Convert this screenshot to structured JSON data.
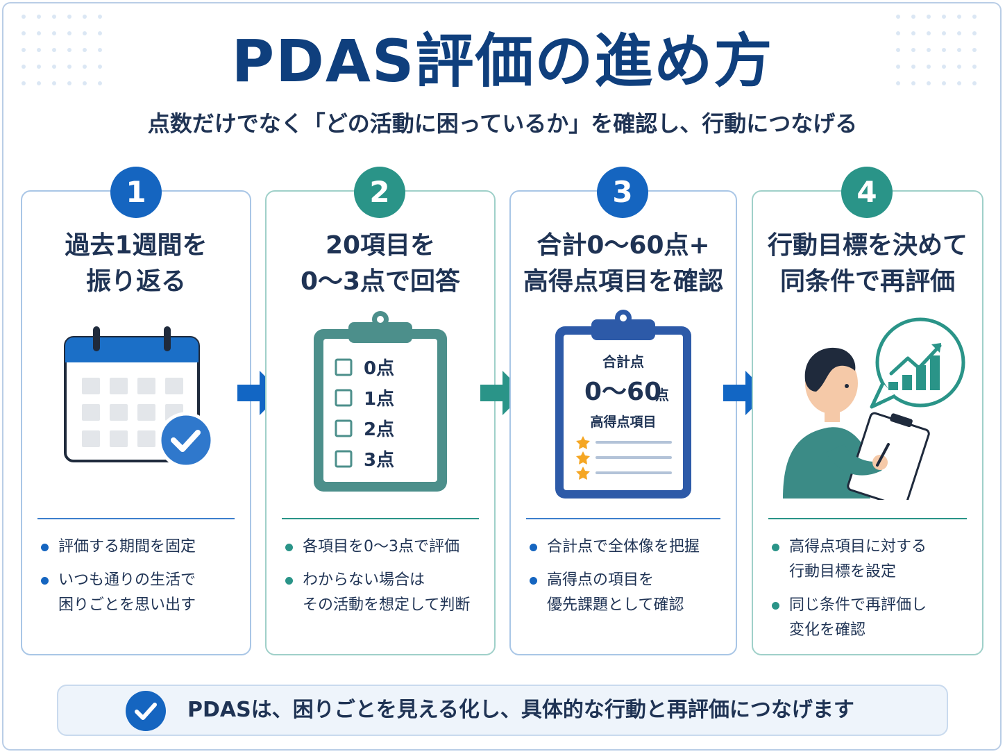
{
  "title": "PDAS評価の進め方",
  "subtitle": "点数だけでなく「どの活動に困っているか」を確認し、行動につなげる",
  "colors": {
    "navy": "#0f3f7d",
    "blue": "#1565c0",
    "teal": "#2a9488",
    "star": "#f5a623"
  },
  "steps": [
    {
      "number": "1",
      "title": "過去1週間を\n振り返る",
      "icon": "calendar-check-icon",
      "bullets": [
        "評価する期間を固定",
        "いつも通りの生活で\n困りごとを思い出す"
      ]
    },
    {
      "number": "2",
      "title": "20項目を\n0〜3点で回答",
      "icon": "clipboard-checklist-icon",
      "checklist": [
        "0点",
        "1点",
        "2点",
        "3点"
      ],
      "bullets": [
        "各項目を0〜3点で評価",
        "わからない場合は\nその活動を想定して判断"
      ]
    },
    {
      "number": "3",
      "title": "合計0〜60点+\n高得点項目を確認",
      "icon": "clipboard-score-icon",
      "clipboard": {
        "total_label": "合計点",
        "range_main": "0〜60",
        "range_unit": "点",
        "items_label": "高得点項目"
      },
      "bullets": [
        "合計点で全体像を把握",
        "高得点の項目を\n優先課題として確認"
      ]
    },
    {
      "number": "4",
      "title": "行動目標を決めて\n同条件で再評価",
      "icon": "person-writing-chart-icon",
      "bullets": [
        "高得点項目に対する\n行動目標を設定",
        "同じ条件で再評価し\n変化を確認"
      ]
    }
  ],
  "footer": "PDASは、困りごとを見える化し、具体的な行動と再評価につなげます"
}
